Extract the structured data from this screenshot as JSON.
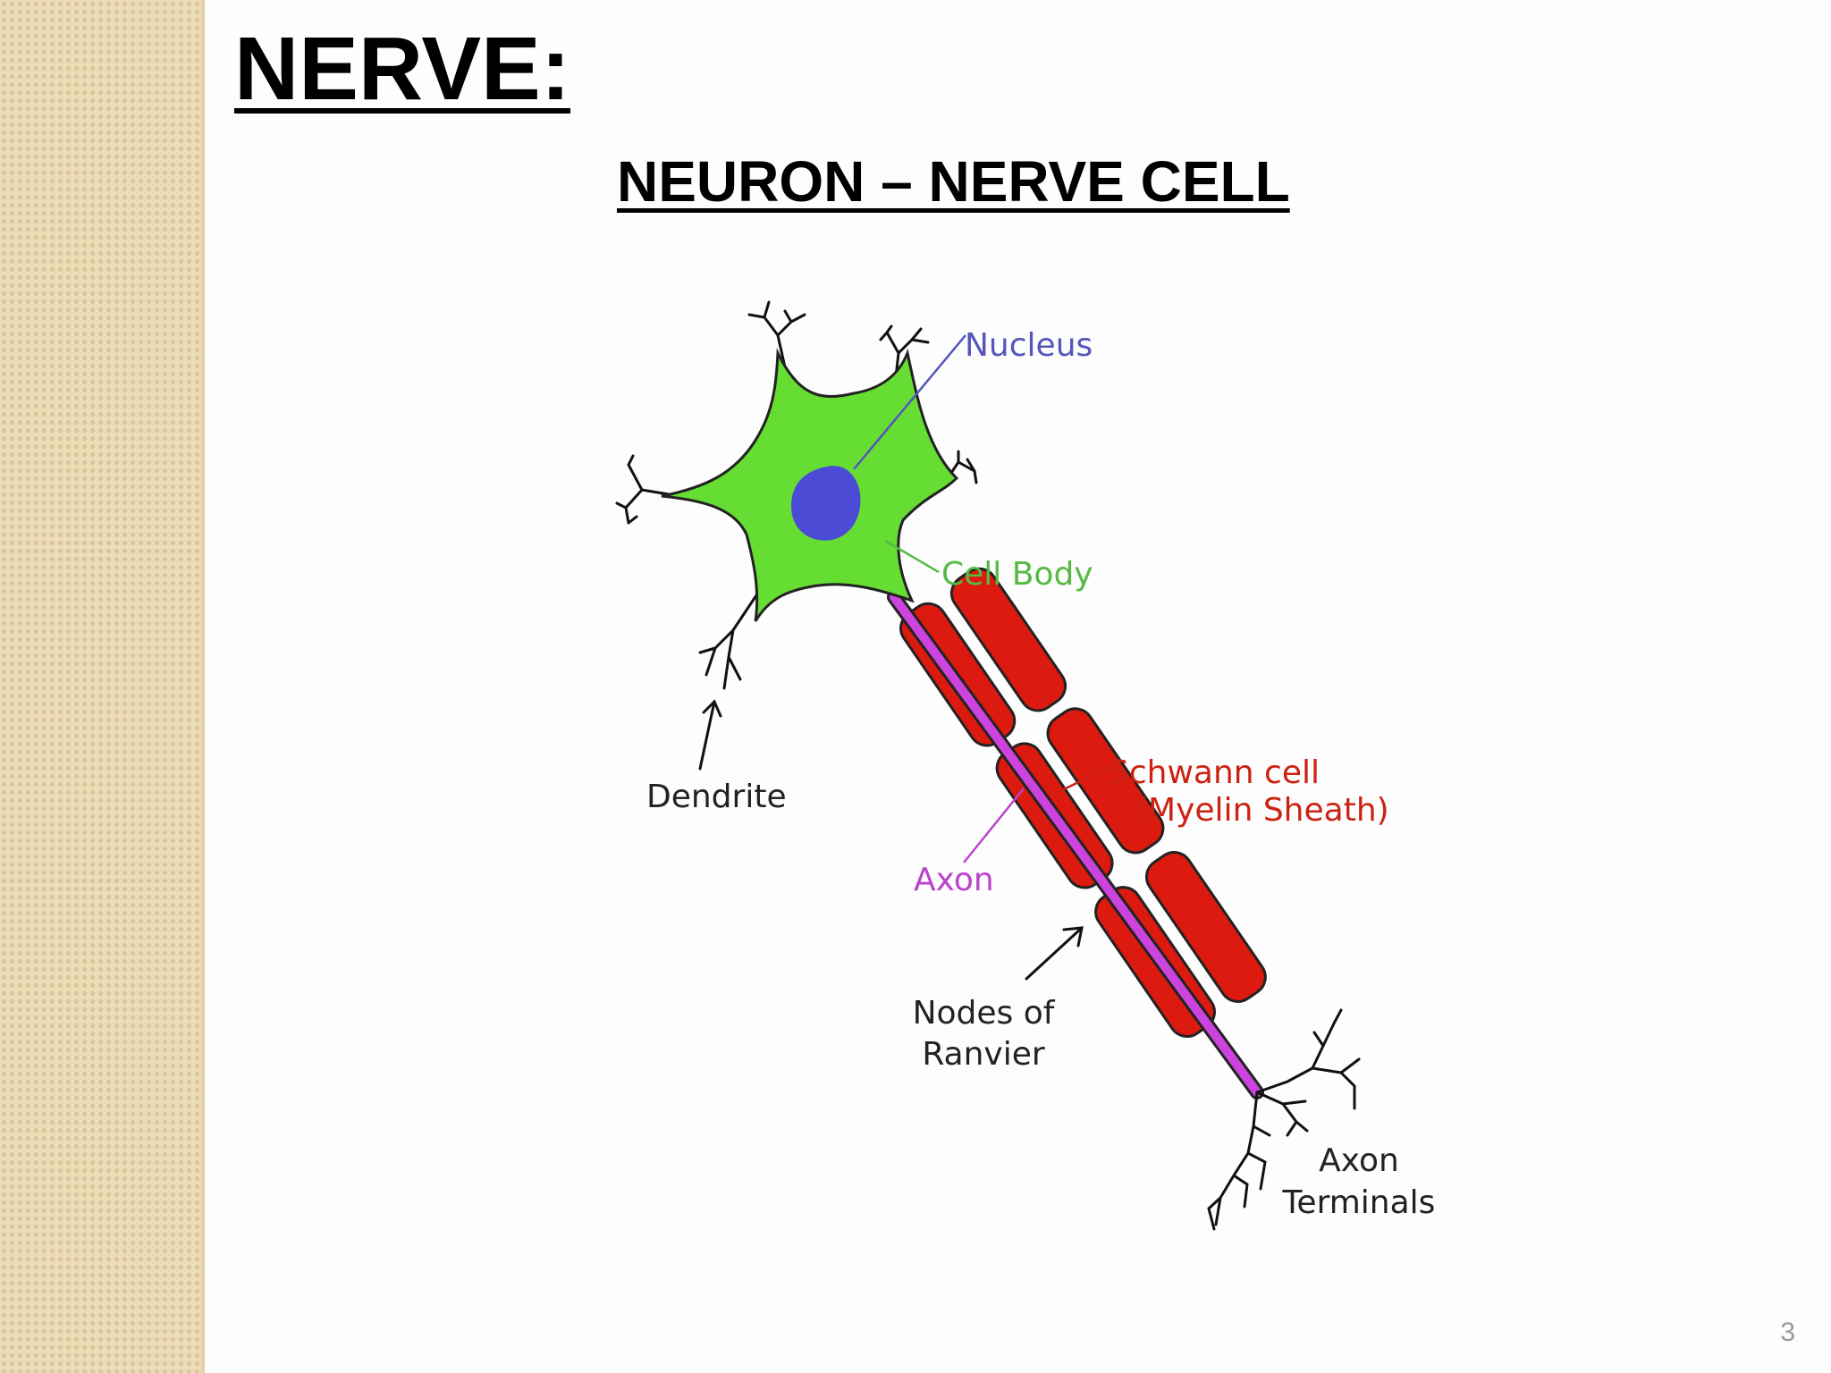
{
  "slide": {
    "title": "NERVE:",
    "subtitle": "NEURON – NERVE CELL",
    "page_number": "3"
  },
  "diagram": {
    "labels": {
      "nucleus": "Nucleus",
      "cell_body": "Cell Body",
      "dendrite": "Dendrite",
      "schwann_cell": "Schwann cell",
      "myelin_sheath": "(Myelin Sheath)",
      "axon": "Axon",
      "nodes_line1": "Nodes of",
      "nodes_line2": "Ranvier",
      "axon_terminals_line1": "Axon",
      "axon_terminals_line2": "Terminals"
    },
    "colors": {
      "cell_body": "#66dd33",
      "nucleus": "#4b4bd6",
      "myelin": "#dd1a10",
      "axon": "#cc44dd",
      "nucleus_label": "#5555bb",
      "cell_body_label": "#55bb44",
      "schwann_label": "#cc2211",
      "axon_label": "#bb44cc",
      "text": "#222222"
    }
  }
}
